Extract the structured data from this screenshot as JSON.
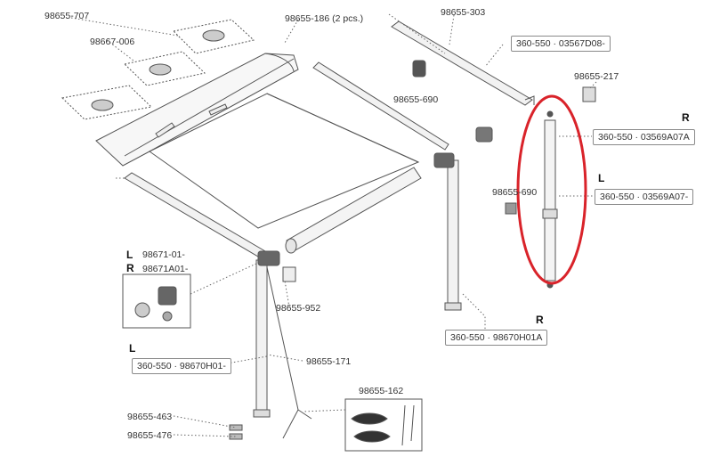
{
  "labels": {
    "p707": "98655-707",
    "p006": "98667-006",
    "p186": "98655-186 (2 pcs.)",
    "p303": "98655-303",
    "p690a": "98655-690",
    "p217": "98655-217",
    "p690b": "98655-690",
    "l_left_mid": "98671-01-",
    "r_left_mid": "98671A01-",
    "p952": "98655-952",
    "p171": "98655-171",
    "p162": "98655-162",
    "p463": "98655-463",
    "p476": "98655-476"
  },
  "boxes": {
    "top_right": "360-550 · 03567D08-",
    "right_r": "360-550 · 03569A07A",
    "right_l": "360-550 · 03569A07-",
    "bottom_r": "360-550 · 98670H01A",
    "left_l": "360-550 · 98670H01-"
  },
  "side_markers": {
    "r1": "R",
    "l1": "L",
    "l2": "L",
    "r2": "R",
    "r3": "R",
    "l3": "L"
  },
  "colors": {
    "line": "#555555",
    "highlight": "#d9232a",
    "part_fill": "#f2f2f2",
    "dark_part": "#444444"
  }
}
